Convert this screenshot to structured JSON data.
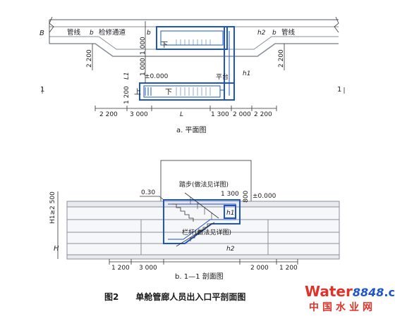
{
  "plan": {
    "labels": {
      "pipe_left": "管线",
      "pipe_right": "管线",
      "maint_path": "检修通道",
      "b_left": "b",
      "b_right": "b",
      "b_mid": "b",
      "h2": "h2",
      "h1": "h1",
      "down_upper": "下",
      "down_lower": "下",
      "up": "上",
      "platform": "平台",
      "elev": "±0.000",
      "B": "B",
      "L1": "L1",
      "sec_left": "1",
      "sec_right": "1"
    },
    "dims": {
      "left_v_top": "1 000",
      "left_v_mid": "1 000",
      "left_v_bot": "2 200",
      "right_v": "2 200",
      "bot_v": "1 200",
      "h_2200a": "2 200",
      "h_3000": "3 000",
      "h_L": "L",
      "h_1300": "1 300",
      "h_2000": "2 000",
      "h_2200b": "2 200"
    },
    "caption": "a. 平面图"
  },
  "section": {
    "labels": {
      "tread": "踏步(做法见详图)",
      "railing": "栏杆(做法见详图)",
      "slope": "0.30",
      "dim_1300": "1 300",
      "dim_800": "800",
      "elev": "±0.000",
      "h1": "h1",
      "h2": "h2",
      "H1": "H1≥2 500",
      "H": "H"
    },
    "dims": {
      "b_1200a": "1 200",
      "b_3000": "3 000",
      "b_2000": "2 000",
      "b_1200b": "1 200"
    },
    "caption": "b. 1—1 剖面图"
  },
  "figure_title": "图2　　单舱管廊人员出入口平剖面图",
  "watermark": {
    "brand_w": "W",
    "brand_rest": "ater",
    "brand_num": "8848",
    "brand_tld": ".com",
    "cn": "中国水业网"
  }
}
